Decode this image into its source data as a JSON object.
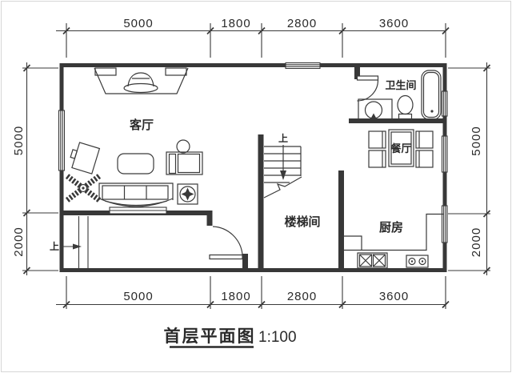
{
  "plan": {
    "title": "首层平面图",
    "scale_label": "1:100",
    "rooms": {
      "living": "客厅",
      "bathroom": "卫生间",
      "dining": "餐厅",
      "stairwell": "楼梯间",
      "kitchen": "厨房"
    },
    "stair_up": "上",
    "entry_up": "上",
    "dimensions": {
      "top": [
        "5000",
        "1800",
        "2800",
        "3600"
      ],
      "bottom": [
        "5000",
        "1800",
        "2800",
        "3600"
      ],
      "left": [
        "5000",
        "2000"
      ],
      "right": [
        "5000",
        "2000"
      ]
    },
    "colors": {
      "line": "#383838",
      "background": "#ffffff"
    }
  }
}
